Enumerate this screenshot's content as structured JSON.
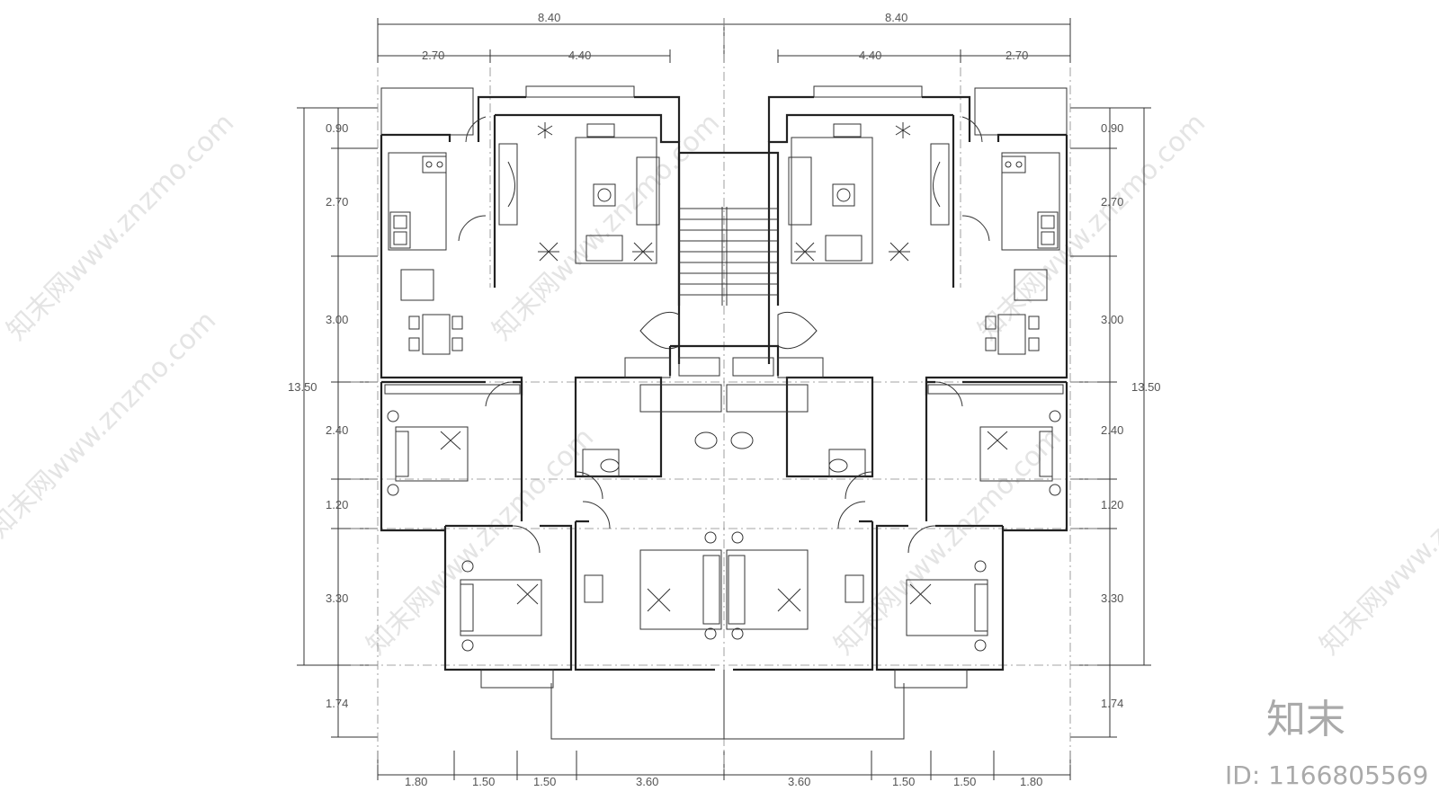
{
  "drawing": {
    "top_dims": {
      "overall": [
        "8.40",
        "8.40"
      ],
      "left_parts": [
        "2.70",
        "4.40"
      ],
      "right_parts": [
        "4.40",
        "2.70"
      ]
    },
    "side_dims": [
      "0.90",
      "2.70",
      "3.00",
      "2.40",
      "1.20",
      "3.30",
      "1.74"
    ],
    "overall_height": "13.50",
    "bottom_dims": [
      "1.80",
      "1.50",
      "1.50",
      "3.60",
      "3.60",
      "1.50",
      "1.50",
      "1.80"
    ]
  },
  "branding": {
    "logo_text": "知末",
    "id_label": "ID: 1166805569",
    "watermark": "知末网www.znzmo.com"
  }
}
